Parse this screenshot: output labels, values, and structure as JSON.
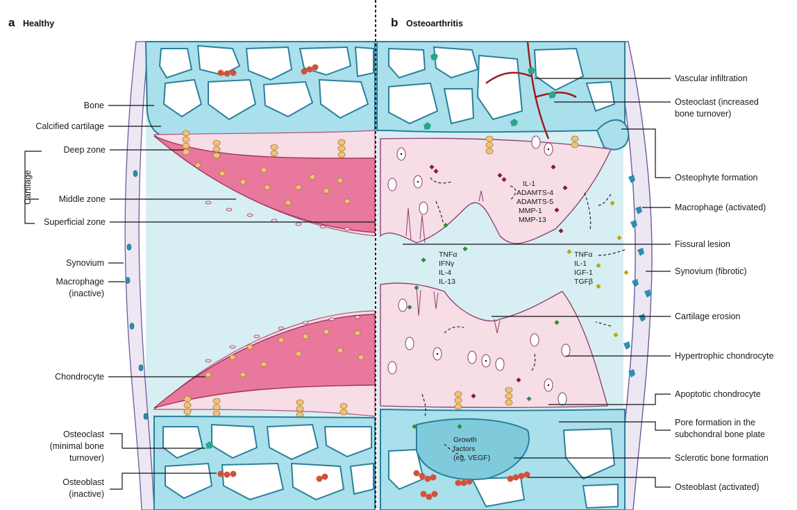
{
  "panel_a": {
    "letter": "a",
    "title": "Healthy"
  },
  "panel_b": {
    "letter": "b",
    "title": "Osteoarthritis"
  },
  "labels_left": {
    "bone": "Bone",
    "calcified_cartilage": "Calcified cartilage",
    "cartilage": "Cartilage",
    "deep_zone": "Deep zone",
    "middle_zone": "Middle zone",
    "superficial_zone": "Superficial zone",
    "synovium": "Synovium",
    "macrophage_inactive_1": "Macrophage",
    "macrophage_inactive_2": "(inactive)",
    "chondrocyte": "Chondrocyte",
    "osteoclast_min_1": "Osteoclast",
    "osteoclast_min_2": "(minimal bone",
    "osteoclast_min_3": "turnover)",
    "osteoblast_inactive_1": "Osteoblast",
    "osteoblast_inactive_2": "(inactive)"
  },
  "labels_right": {
    "vascular_infiltration": "Vascular infiltration",
    "osteoclast_increased_1": "Osteoclast (increased",
    "osteoclast_increased_2": "bone turnover)",
    "osteophyte_formation": "Osteophyte formation",
    "macrophage_activated": "Macrophage (activated)",
    "fissural_lesion": "Fissural lesion",
    "synovium_fibrotic": "Synovium (fibrotic)",
    "cartilage_erosion": "Cartilage erosion",
    "hypertrophic_chondrocyte": "Hypertrophic chondrocyte",
    "apoptotic_chondrocyte": "Apoptotic chondrocyte",
    "pore_formation_1": "Pore formation in the",
    "pore_formation_2": "subchondral bone plate",
    "sclerotic_bone_formation": "Sclerotic bone formation",
    "osteoblast_activated": "Osteoblast (activated)"
  },
  "cytokines": {
    "upper_center": [
      "IL-1",
      "ADAMTS-4",
      "ADAMTS-5",
      "MMP-1",
      "MMP-13"
    ],
    "middle_left": [
      "TNFα",
      "IFNγ",
      "IL-4",
      "IL-13"
    ],
    "middle_right": [
      "TNFα",
      "IL-1",
      "IGF-1",
      "TGFβ"
    ],
    "growth_factors": [
      "Growth",
      "factors",
      "(eg, VEGF)"
    ]
  },
  "colors": {
    "bone_fill": "#a9e0ec",
    "bone_stroke": "#2a7f9a",
    "cartilage_light": "#f6dde6",
    "cartilage_dark": "#e8789c",
    "chondrocyte": "#f0c37a",
    "synovium": "#ece7f3",
    "joint_space": "#d7eef3",
    "osteoblast": "#d0523a",
    "osteoclast": "#2aa58a",
    "vessel": "#9b1d1d",
    "cytokine_green": "#2b8a3e",
    "cytokine_red": "#8a1d2a",
    "cytokine_yellow": "#b9a600",
    "macrophage": "#2b8fb0"
  }
}
